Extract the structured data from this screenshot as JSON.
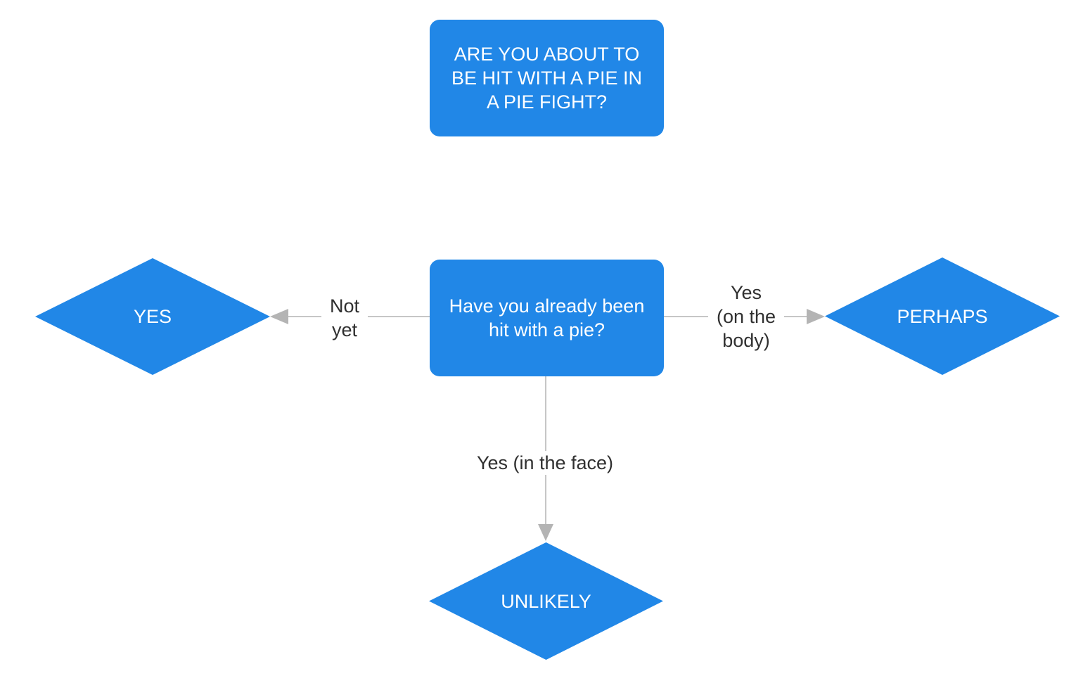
{
  "colors": {
    "background": "#ffffff",
    "node_fill": "#2187e7",
    "node_text": "#ffffff",
    "edge_line": "#c6c6c6",
    "edge_arrow": "#b4b4b4",
    "edge_label_text": "#303030"
  },
  "nodes": {
    "start": {
      "shape": "rounded-rectangle",
      "label": "ARE YOU ABOUT TO\nBE HIT WITH A PIE IN\nA PIE FIGHT?"
    },
    "question": {
      "shape": "rounded-rectangle",
      "label": "Have you already been\nhit with a pie?"
    },
    "yes": {
      "shape": "diamond",
      "label": "YES"
    },
    "perhaps": {
      "shape": "diamond",
      "label": "PERHAPS"
    },
    "unlikely": {
      "shape": "diamond",
      "label": "UNLIKELY"
    }
  },
  "edges": {
    "not_yet": {
      "from": "question",
      "to": "yes",
      "label": "Not\nyet"
    },
    "yes_on_body": {
      "from": "question",
      "to": "perhaps",
      "label": "Yes\n(on the\nbody)"
    },
    "yes_in_face": {
      "from": "question",
      "to": "unlikely",
      "label": "Yes (in the face)"
    }
  }
}
